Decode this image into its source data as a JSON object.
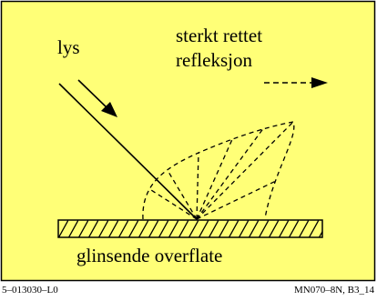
{
  "diagram": {
    "light_label": "lys",
    "reflection_label_line1": "sterkt rettet",
    "reflection_label_line2": "refleksjon",
    "surface_label": "glinsende overflate"
  },
  "footer": {
    "left_code": "5–013030–L0",
    "right_code": "MN070–8N, B3_14"
  },
  "colors": {
    "panel_background": "#ffff77",
    "panel_border": "#000000",
    "page_background": "#ffffff"
  }
}
